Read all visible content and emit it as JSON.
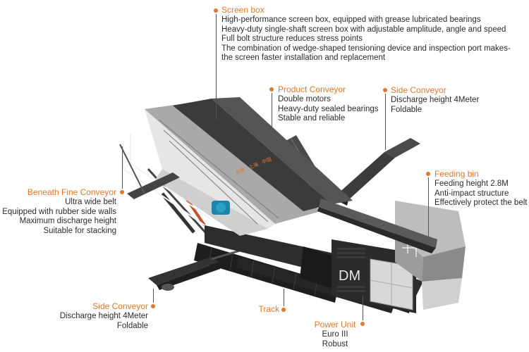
{
  "accent_color": "#e0782d",
  "screen_box": {
    "title": "Screen box",
    "lines": [
      "High-performance screen box, equipped with grease lubricated bearings",
      "Heavy-duty single-shaft screen box with adjustable amplitude, angle and speed",
      "Full bolt structure reduces stress points",
      "The combination of wedge-shaped tensioning device and inspection port makes-",
      "the screen faster installation and replacement"
    ]
  },
  "product_conveyor": {
    "title": "Product Conveyor",
    "lines": [
      "Double motors",
      "Heavy-duty sealed bearings",
      "Stable and reliable"
    ]
  },
  "side_conveyor_right": {
    "title": "Side Conveyor",
    "lines": [
      "Discharge height 4Meter",
      "Foldable"
    ]
  },
  "feeding_bin": {
    "title": "Feeding bin",
    "lines": [
      "Feeding height 2.8M",
      "Anti-impact structure",
      "Effectively protect the belt"
    ]
  },
  "beneath_fine_conveyor": {
    "title": "Beneath Fine Conveyor",
    "lines": [
      "Ultra wide belt",
      "Equipped with rubber side walls",
      "Maximum discharge height",
      "Suitable for stacking"
    ]
  },
  "side_conveyor_left": {
    "title": "Side Conveyor",
    "lines": [
      "Discharge height 4Meter",
      "Foldable"
    ]
  },
  "track": {
    "title": "Track"
  },
  "power_unit": {
    "title": "Power Unit",
    "lines": [
      "Euro III",
      "Robust"
    ]
  },
  "machine_markings": {
    "side_logo": "DM",
    "screen_text": "东蒙 · 上海 · 中国"
  }
}
